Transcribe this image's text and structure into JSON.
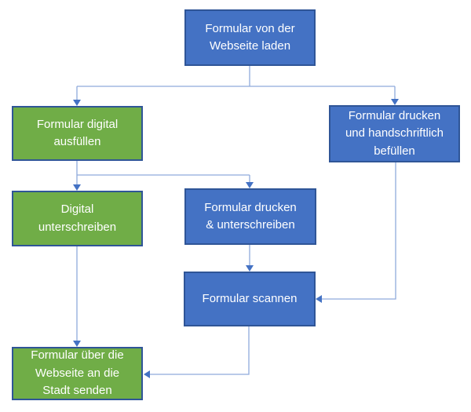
{
  "diagram": {
    "type": "flowchart",
    "background": "#FFFFFF",
    "colors": {
      "blue_node_fill": "#4472C4",
      "green_node_fill": "#70AD47",
      "node_border": "#2F5597",
      "connector_line": "#8FAADC",
      "arrowhead": "#4472C4",
      "text": "#FFFFFF"
    },
    "nodes": [
      {
        "id": "load-form",
        "color": "blue",
        "label": "Formular von der Webseite laden",
        "lines": [
          "Formular von der",
          "Webseite laden"
        ]
      },
      {
        "id": "fill-digital",
        "color": "green",
        "label": "Formular digital ausfüllen",
        "lines": [
          "Formular digital",
          "ausfüllen"
        ]
      },
      {
        "id": "print-handwrite",
        "color": "blue",
        "label": "Formular drucken und handschriftlich befüllen",
        "lines": [
          "Formular drucken",
          "und handschriftlich",
          "befüllen"
        ]
      },
      {
        "id": "sign-digital",
        "color": "green",
        "label": "Digital unterschreiben",
        "lines": [
          "Digital",
          "unterschreiben"
        ]
      },
      {
        "id": "print-sign",
        "color": "blue",
        "label": "Formular drucken & unterschreiben",
        "lines": [
          "Formular drucken",
          "& unterschreiben"
        ]
      },
      {
        "id": "scan-form",
        "color": "blue",
        "label": "Formular scannen",
        "lines": [
          "Formular scannen"
        ]
      },
      {
        "id": "send-website",
        "color": "green",
        "label": "Formular über die Webseite an die Stadt senden",
        "lines": [
          "Formular über die",
          "Webseite an die",
          "Stadt senden"
        ]
      }
    ],
    "edges": [
      {
        "from": "load-form",
        "to": "fill-digital"
      },
      {
        "from": "load-form",
        "to": "print-handwrite"
      },
      {
        "from": "fill-digital",
        "to": "sign-digital"
      },
      {
        "from": "fill-digital",
        "to": "print-sign"
      },
      {
        "from": "print-sign",
        "to": "scan-form"
      },
      {
        "from": "print-handwrite",
        "to": "scan-form"
      },
      {
        "from": "scan-form",
        "to": "send-website"
      },
      {
        "from": "sign-digital",
        "to": "send-website"
      }
    ]
  }
}
